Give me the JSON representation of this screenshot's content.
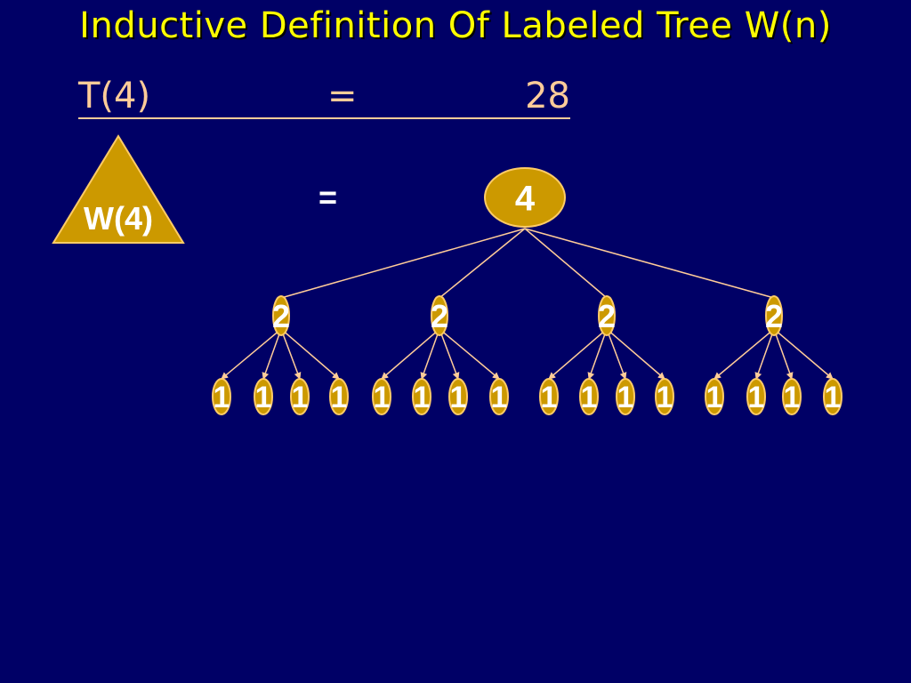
{
  "slide": {
    "title": "Inductive Definition Of Labeled Tree W(n)",
    "equation": {
      "lhs": "T(4)",
      "sign": "=",
      "rhs": "28"
    },
    "triangle_label": "W(4)",
    "equals": "="
  },
  "colors": {
    "background": "#000066",
    "title": "#ffff00",
    "accent": "#ffcc99",
    "node_fill": "#cc9900",
    "node_stroke": "#ffcc66",
    "edge": "#ffcc99",
    "node_text": "#ffffff"
  },
  "tree": {
    "root": {
      "label": "4",
      "children": [
        {
          "label": "2",
          "children": [
            "1",
            "1",
            "1",
            "1"
          ]
        },
        {
          "label": "2",
          "children": [
            "1",
            "1",
            "1",
            "1"
          ]
        },
        {
          "label": "2",
          "children": [
            "1",
            "1",
            "1",
            "1"
          ]
        },
        {
          "label": "2",
          "children": [
            "1",
            "1",
            "1",
            "1"
          ]
        }
      ]
    }
  }
}
